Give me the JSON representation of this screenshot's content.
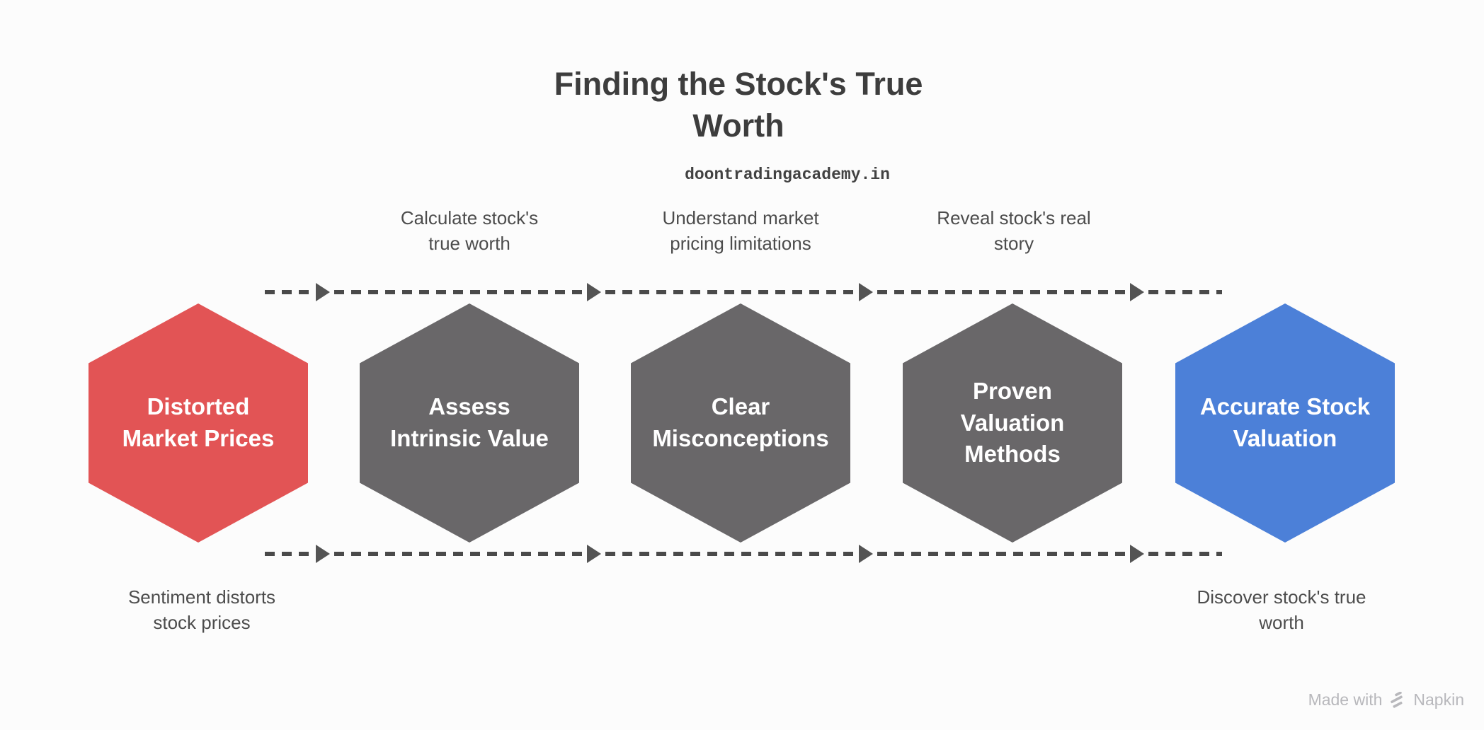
{
  "title": "Finding the Stock's True\nWorth",
  "subtitle": "doontradingacademy.in",
  "flow": {
    "top_annotations": [
      {
        "text": "Calculate stock's\ntrue worth"
      },
      {
        "text": "Understand market\npricing limitations"
      },
      {
        "text": "Reveal stock's real\nstory"
      }
    ],
    "steps": [
      {
        "label": "Distorted\nMarket Prices",
        "color": "#E25455"
      },
      {
        "label": "Assess\nIntrinsic Value",
        "color": "#696769"
      },
      {
        "label": "Clear\nMisconceptions",
        "color": "#696769"
      },
      {
        "label": "Proven\nValuation\nMethods",
        "color": "#696769"
      },
      {
        "label": "Accurate Stock\nValuation",
        "color": "#4C80D8"
      }
    ],
    "bottom_annotations": [
      {
        "text": "Sentiment distorts\nstock prices"
      },
      {
        "text": "Discover stock's true\nworth"
      }
    ]
  },
  "watermark": {
    "prefix": "Made with",
    "brand": "Napkin"
  },
  "colors": {
    "background": "#FCFCFC",
    "title_text": "#3D3D3D",
    "subtitle_text": "#424242",
    "annotation_text": "#4C4C4C",
    "dash": "#4A4A4A",
    "arrow": "#545454",
    "hex_text": "#FFFFFF",
    "watermark": "#B8B8BC"
  }
}
